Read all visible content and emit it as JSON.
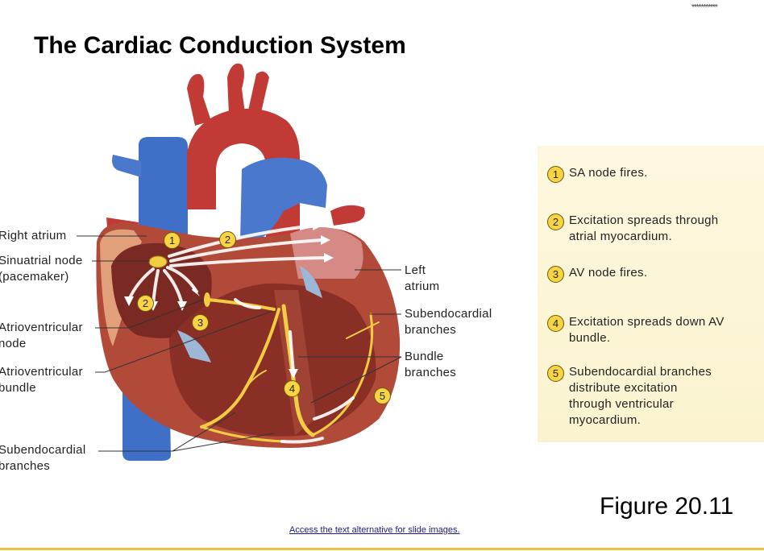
{
  "header": {
    "stars": "***********",
    "title": "The Cardiac Conduction System"
  },
  "labels": {
    "right_atrium": "Right atrium",
    "sa_node": "Sinuatrial node\n(pacemaker)",
    "av_node": "Atrioventricular\nnode",
    "av_bundle": "Atrioventricular\nbundle",
    "subendocardial_left": "Subendocardial\nbranches",
    "left_atrium": "Left\natrium",
    "subendocardial_right": "Subendocardial\nbranches",
    "bundle_branches": "Bundle\nbranches"
  },
  "markers": [
    "1",
    "2",
    "2",
    "3",
    "4",
    "5"
  ],
  "steps": [
    {
      "num": "1",
      "text": "SA node fires."
    },
    {
      "num": "2",
      "text": "Excitation spreads through\natrial myocardium."
    },
    {
      "num": "3",
      "text": "AV node fires."
    },
    {
      "num": "4",
      "text": "Excitation spreads down AV\nbundle."
    },
    {
      "num": "5",
      "text": "Subendocardial branches\ndistribute excitation\nthrough ventricular\nmyocardium."
    }
  ],
  "figure_label": "Figure 20.11",
  "access_link": "Access the text alternative for slide images.",
  "colors": {
    "vein_blue": "#3f6fc6",
    "artery_red": "#c23a36",
    "muscle": "#9a3b2c",
    "conduction_yellow": "#f2cd43",
    "marker_fill": "#f7d440",
    "step_panel": "#fbf3cf",
    "accent_rule": "#e9c144"
  }
}
